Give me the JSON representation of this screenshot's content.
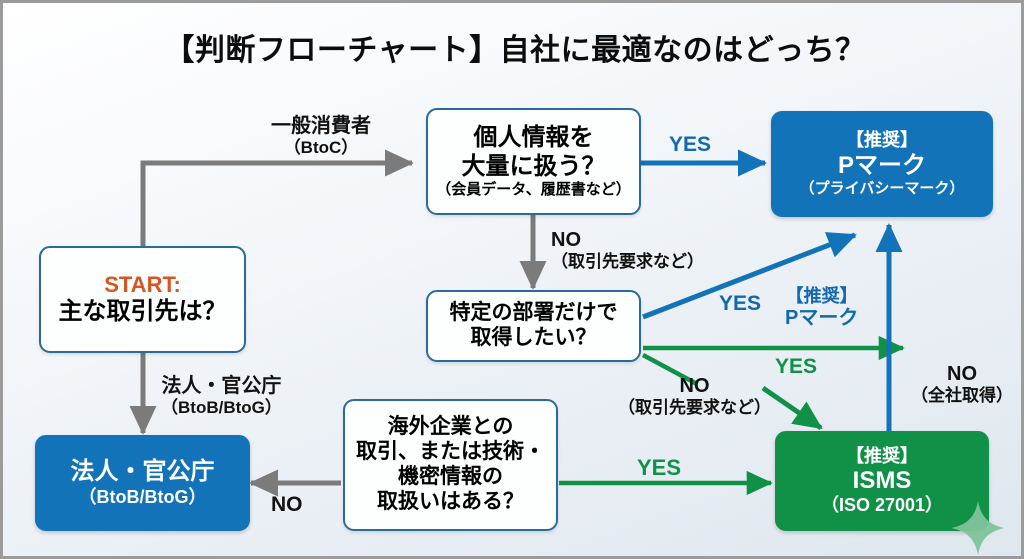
{
  "title": "【判断フローチャート】自社に最適なのはどっち？",
  "colors": {
    "accent_blue": "#1373b8",
    "accent_green": "#119147",
    "start_orange": "#d9541f",
    "gray_arrow": "#7b7b7b",
    "box_border_blue": "#2b6b9c",
    "background": "#eef3f8"
  },
  "nodes": {
    "start": {
      "kind": "white-rounded",
      "line1": "START:",
      "line2": "主な取引先は？"
    },
    "personal_info": {
      "kind": "white-rounded",
      "line1": "個人情報を",
      "line2": "大量に扱う？",
      "line3": "（会員データ、履歴書など）"
    },
    "pmark": {
      "kind": "blue",
      "line1": "【推奨】",
      "line2": "Pマーク",
      "line3": "（プライバシーマーク）"
    },
    "specific_dept": {
      "kind": "white-rounded",
      "line1": "特定の部署だけで",
      "line2": "取得したい？"
    },
    "overseas": {
      "kind": "white-rounded",
      "line1": "海外企業との",
      "line2": "取引、または技術・",
      "line3": "機密情報の",
      "line4": "取扱いはある？"
    },
    "corporate": {
      "kind": "blue",
      "line1": "法人・官公庁",
      "line2": "（BtoB/BtoG）"
    },
    "isms": {
      "kind": "green",
      "line1": "【推奨】",
      "line2": "ISMS",
      "line3": "（ISO 27001）"
    }
  },
  "edge_labels": {
    "btoc": {
      "l1": "一般消費者",
      "l2": "（BtoC）",
      "color": "#121212"
    },
    "btob": {
      "l1": "法人・官公庁",
      "l2": "（BtoB/BtoG）",
      "color": "#121212"
    },
    "yes_personal_to_pmark": {
      "l1": "YES",
      "color": "#1269ab"
    },
    "no_personal_to_dept": {
      "l1": "NO",
      "l2": "（取引先要求など）",
      "color": "#121212"
    },
    "yes_dept_to_pmark": {
      "l1": "YES",
      "color": "#1269ab"
    },
    "yes_dept_recommend": {
      "l1": "【推奨】",
      "l2": "Pマーク",
      "color": "#1269ab"
    },
    "yes_dept_to_isms": {
      "l1": "YES",
      "color": "#119147"
    },
    "no_dept_to_isms": {
      "l1": "NO",
      "l2": "（取引先要求など）",
      "color": "#121212"
    },
    "no_isms_to_pmark": {
      "l1": "NO",
      "l2": "（全社取得）",
      "color": "#121212"
    },
    "yes_overseas_to_isms": {
      "l1": "YES",
      "color": "#119147"
    },
    "no_overseas_to_corporate": {
      "l1": "NO",
      "color": "#121212"
    }
  },
  "decoration": {
    "sparkle": "sparkle-icon"
  }
}
